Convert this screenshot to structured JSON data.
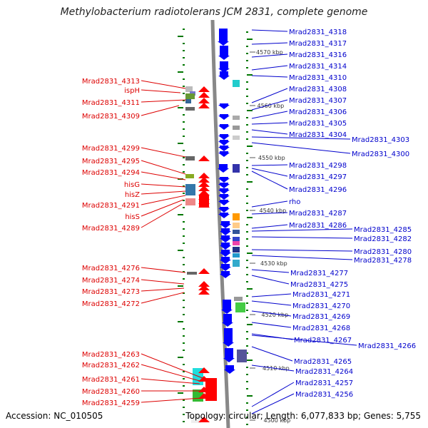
{
  "title": "Methylobacterium radiotolerans JCM 2831, complete genome",
  "footer": {
    "accession": "Accession: NC_010505",
    "topology": "Topology: circular; Length: 6,077,833 bp; Genes: 5,755"
  },
  "colors": {
    "left_label": "#dd0000",
    "right_label": "#0000cc",
    "backbone": "#888888"
  },
  "kbp_marks": [
    "4570 kbp",
    "4560 kbp",
    "4550 kbp",
    "4540 kbp",
    "4530 kbp",
    "4520 kbp",
    "4510 kbp",
    "4500 kbp"
  ],
  "left_labels": [
    "Mrad2831_4313",
    "ispH",
    "Mrad2831_4311",
    "Mrad2831_4309",
    "Mrad2831_4299",
    "Mrad2831_4295",
    "Mrad2831_4294",
    "hisG",
    "hisZ",
    "Mrad2831_4291",
    "hisS",
    "Mrad2831_4289",
    "Mrad2831_4276",
    "Mrad2831_4274",
    "Mrad2831_4273",
    "Mrad2831_4272",
    "Mrad2831_4263",
    "Mrad2831_4262",
    "Mrad2831_4261",
    "Mrad2831_4260",
    "Mrad2831_4259"
  ],
  "right_labels": [
    "Mrad2831_4318",
    "Mrad2831_4317",
    "Mrad2831_4316",
    "Mrad2831_4314",
    "Mrad2831_4310",
    "Mrad2831_4308",
    "Mrad2831_4307",
    "Mrad2831_4306",
    "Mrad2831_4305",
    "Mrad2831_4304",
    "Mrad2831_4303",
    "Mrad2831_4300",
    "Mrad2831_4298",
    "Mrad2831_4297",
    "Mrad2831_4296",
    "rho",
    "Mrad2831_4287",
    "Mrad2831_4286",
    "Mrad2831_4285",
    "Mrad2831_4282",
    "Mrad2831_4280",
    "Mrad2831_4278",
    "Mrad2831_4277",
    "Mrad2831_4275",
    "Mrad2831_4271",
    "Mrad2831_4270",
    "Mrad2831_4269",
    "Mrad2831_4268",
    "Mrad2831_4267",
    "Mrad2831_4266",
    "Mrad2831_4265",
    "Mrad2831_4264",
    "Mrad2831_4257",
    "Mrad2831_4256"
  ]
}
